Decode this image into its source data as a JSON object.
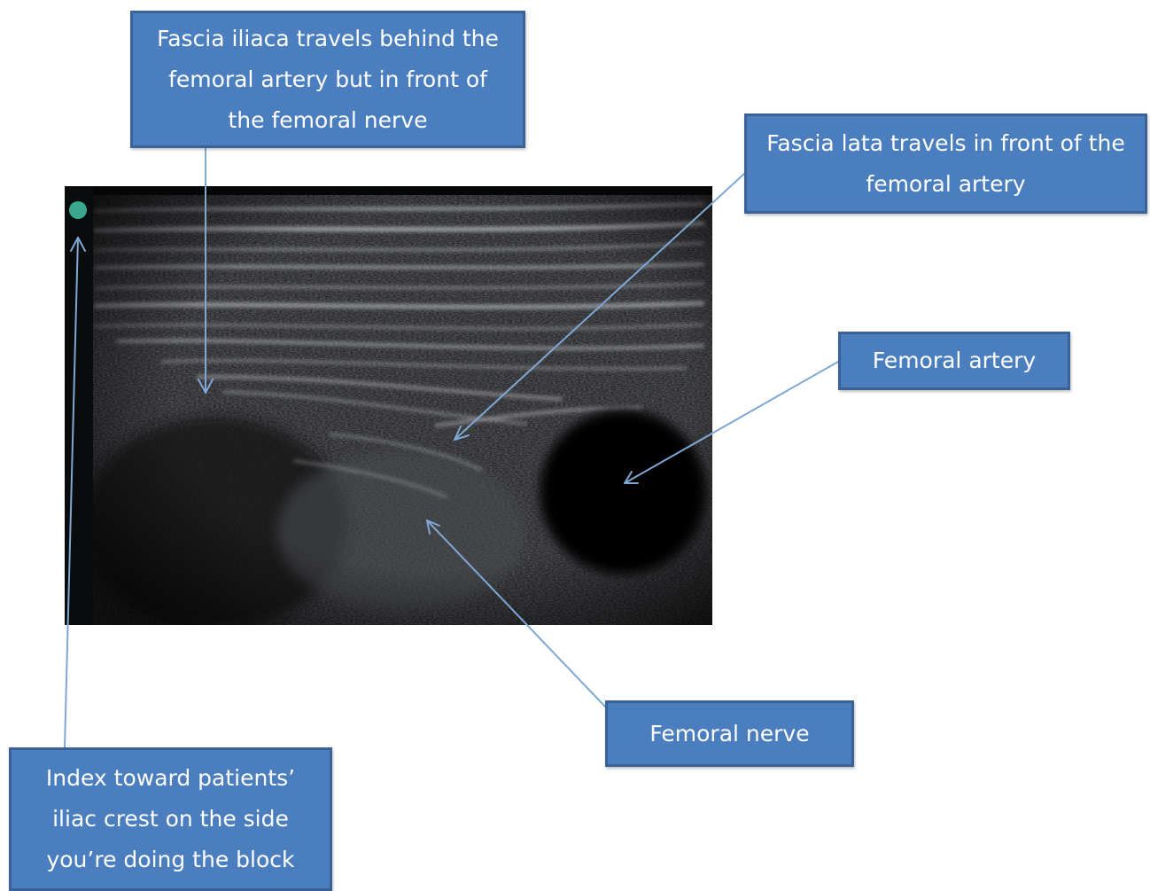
{
  "labels": {
    "fascia_iliaca": "Fascia iliaca travels behind the\nfemoral artery but in front of\nthe femoral nerve",
    "fascia_lata": "Fascia lata travels in front of the\nfemoral artery",
    "femoral_artery": "Femoral artery",
    "femoral_nerve": "Femoral nerve",
    "index_marker": "Index toward patients’\niliac crest on the side\nyou’re doing the block"
  },
  "colors": {
    "box_fill": "#4a7ebf",
    "box_border": "#3a6296",
    "box_text": "#ffffff",
    "arrow": "#7fa8d4",
    "index_dot": "#3aa88f"
  }
}
